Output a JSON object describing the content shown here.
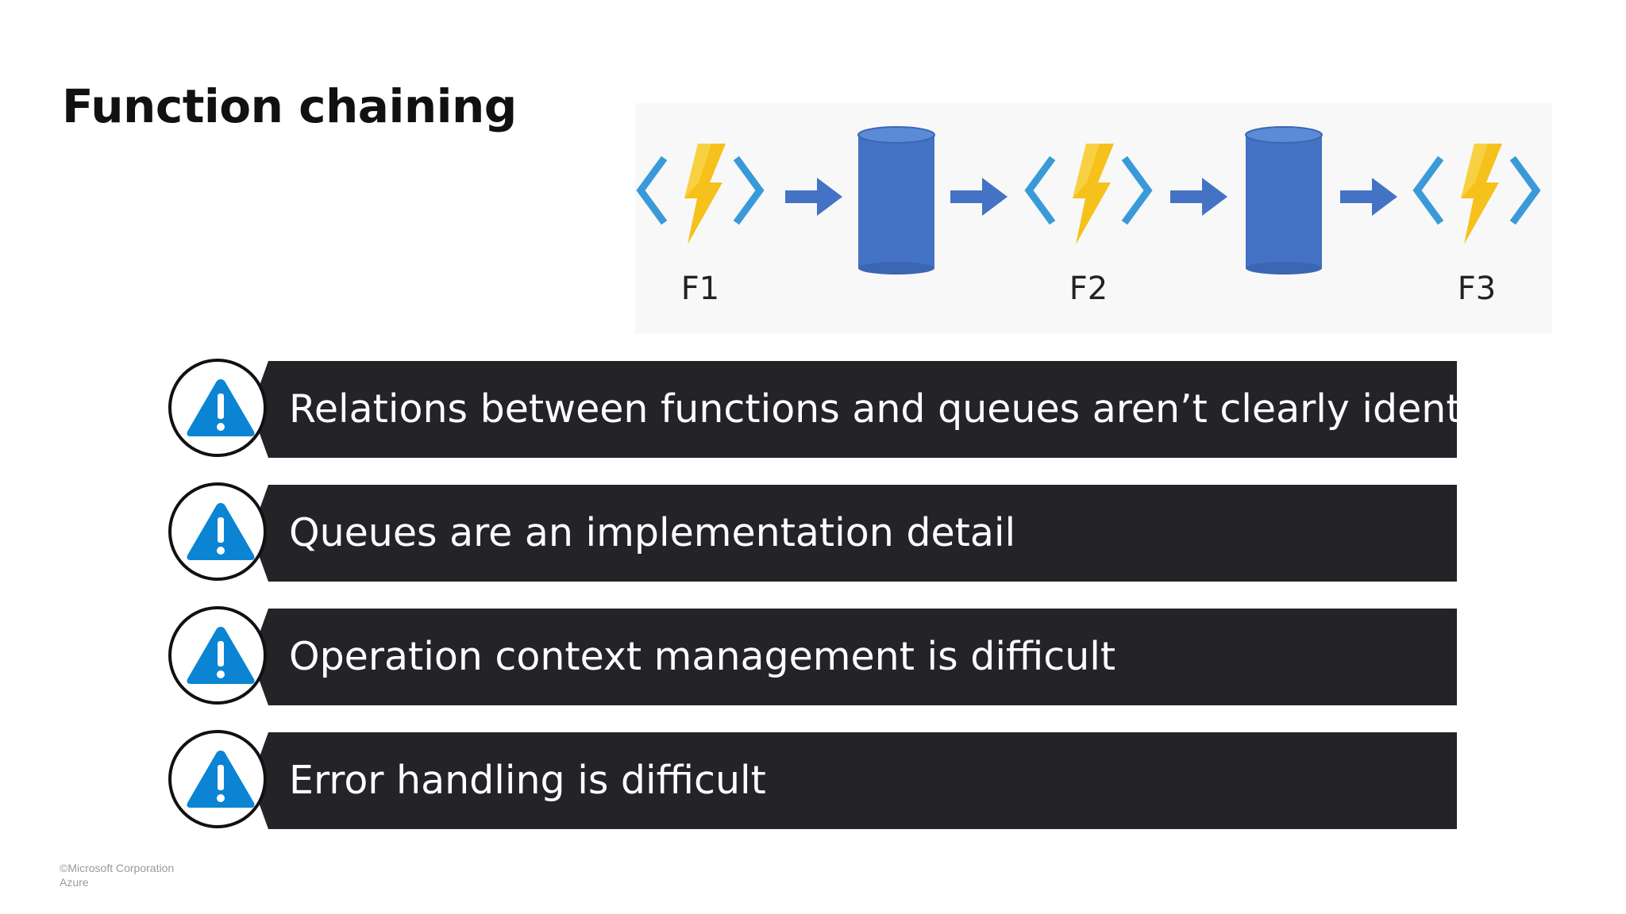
{
  "slide": {
    "title": "Function chaining"
  },
  "diagram": {
    "functions": [
      {
        "label": "F1",
        "icon": "azure-function-icon"
      },
      {
        "label": "F2",
        "icon": "azure-function-icon"
      },
      {
        "label": "F3",
        "icon": "azure-function-icon"
      }
    ],
    "queue_icon": "queue-cylinder-icon",
    "arrow_icon": "arrow-right-icon",
    "colors": {
      "bolt": "#f6c11b",
      "bracket": "#3a9ad9",
      "queue": "#4472c4",
      "arrow": "#4472c4"
    }
  },
  "issues": [
    {
      "text": "Relations between functions and queues aren’t clearly identifying",
      "icon": "warning-icon"
    },
    {
      "text": "Queues are an implementation detail",
      "icon": "warning-icon"
    },
    {
      "text": "Operation context management is difficult",
      "icon": "warning-icon"
    },
    {
      "text": "Error handling is difficult",
      "icon": "warning-icon"
    }
  ],
  "theme": {
    "bar_color": "#242327",
    "warning_color": "#0b84d3"
  },
  "footer": {
    "copyright": "©Microsoft Corporation",
    "product": "Azure"
  }
}
